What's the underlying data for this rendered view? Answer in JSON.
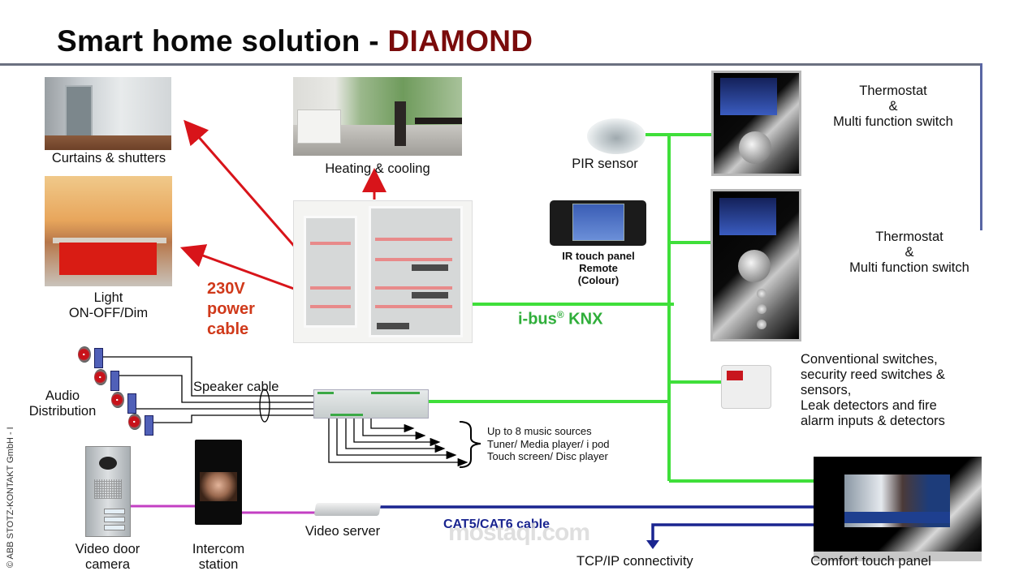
{
  "header": {
    "title_main": "Smart home solution - ",
    "title_accent": "DIAMOND"
  },
  "colors": {
    "title_accent": "#7a0b0b",
    "power_cable_red": "#d0391a",
    "knx_green": "#3fdf3a",
    "knx_label_green": "#2fae3a",
    "cat_cable_blue": "#1a2590",
    "video_cable_magenta": "#c33fc3"
  },
  "devices": {
    "curtains": {
      "label": "Curtains & shutters"
    },
    "light": {
      "label_line1": "Light",
      "label_line2": "ON-OFF/Dim"
    },
    "heating": {
      "label": "Heating & cooling"
    },
    "power_cable": {
      "line1": "230V",
      "line2": "power",
      "line3": "cable"
    },
    "pir": {
      "label": "PIR sensor"
    },
    "ir_remote": {
      "line1": "IR touch panel",
      "line2": "Remote",
      "line3": "(Colour)"
    },
    "knx_bus": {
      "label": "i-bus",
      "reg": "®",
      "suffix": " KNX"
    },
    "thermostat_1": {
      "line1": "Thermostat",
      "line2": "&",
      "line3": "Multi function switch"
    },
    "thermostat_2": {
      "line1": "Thermostat",
      "line2": "&",
      "line3": "Multi function switch"
    },
    "binary_input": {
      "line1": "Conventional switches,",
      "line2": "security reed switches &",
      "line3": "sensors,",
      "line4": "Leak detectors and fire",
      "line5": "alarm inputs & detectors"
    },
    "audio": {
      "label_line1": "Audio",
      "label_line2": "Distribution",
      "speaker_cable": "Speaker cable",
      "sources_line1": "Up to 8 music sources",
      "sources_line2": "Tuner/ Media player/ i pod",
      "sources_line3": "Touch screen/ Disc player"
    },
    "door_camera": {
      "line1": "Video door",
      "line2": "camera"
    },
    "intercom": {
      "line1": "Intercom",
      "line2": "station"
    },
    "video_server": {
      "label": "Video server"
    },
    "cat_cable": {
      "label": "CAT5/CAT6 cable"
    },
    "tcpip": {
      "label": "TCP/IP  connectivity"
    },
    "comfort_panel": {
      "label": "Comfort  touch panel"
    }
  },
  "footer": {
    "copyright": "© ABB STOTZ-KONTAKT GmbH  - I",
    "watermark": "mostaql.com"
  }
}
